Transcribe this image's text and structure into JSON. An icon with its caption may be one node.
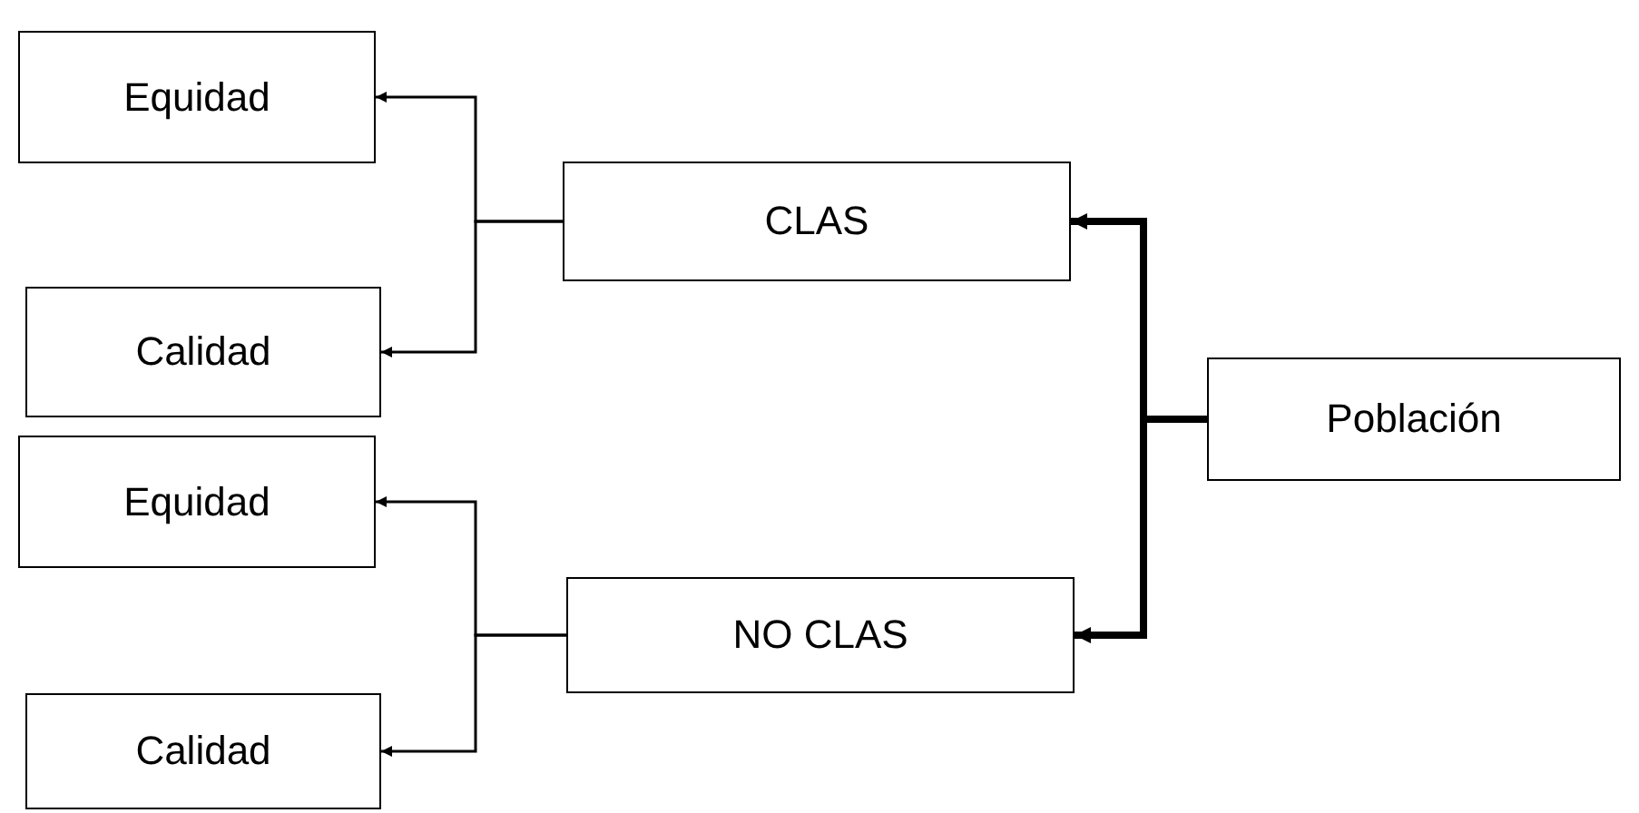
{
  "diagram": {
    "nodes": [
      {
        "text": [
          "Equidad"
        ]
      },
      {
        "text": [
          "Calidad"
        ]
      },
      {
        "text": [
          "Equidad"
        ]
      },
      {
        "text": [
          "Calidad"
        ]
      },
      {
        "text": [
          "CLAS"
        ]
      },
      {
        "text": [
          "NO CLAS"
        ]
      },
      {
        "text": [
          "Población"
        ]
      }
    ],
    "edges": [
      {
        "from": 6,
        "to": 4,
        "arrow": "to",
        "style": "thick"
      },
      {
        "from": 6,
        "to": 5,
        "arrow": "to",
        "style": "thick"
      },
      {
        "from": 4,
        "to": 0,
        "arrow": "to"
      },
      {
        "from": 4,
        "to": 1,
        "arrow": "to"
      },
      {
        "from": 5,
        "to": 2,
        "arrow": "to"
      },
      {
        "from": 5,
        "to": 3,
        "arrow": "to"
      }
    ]
  }
}
